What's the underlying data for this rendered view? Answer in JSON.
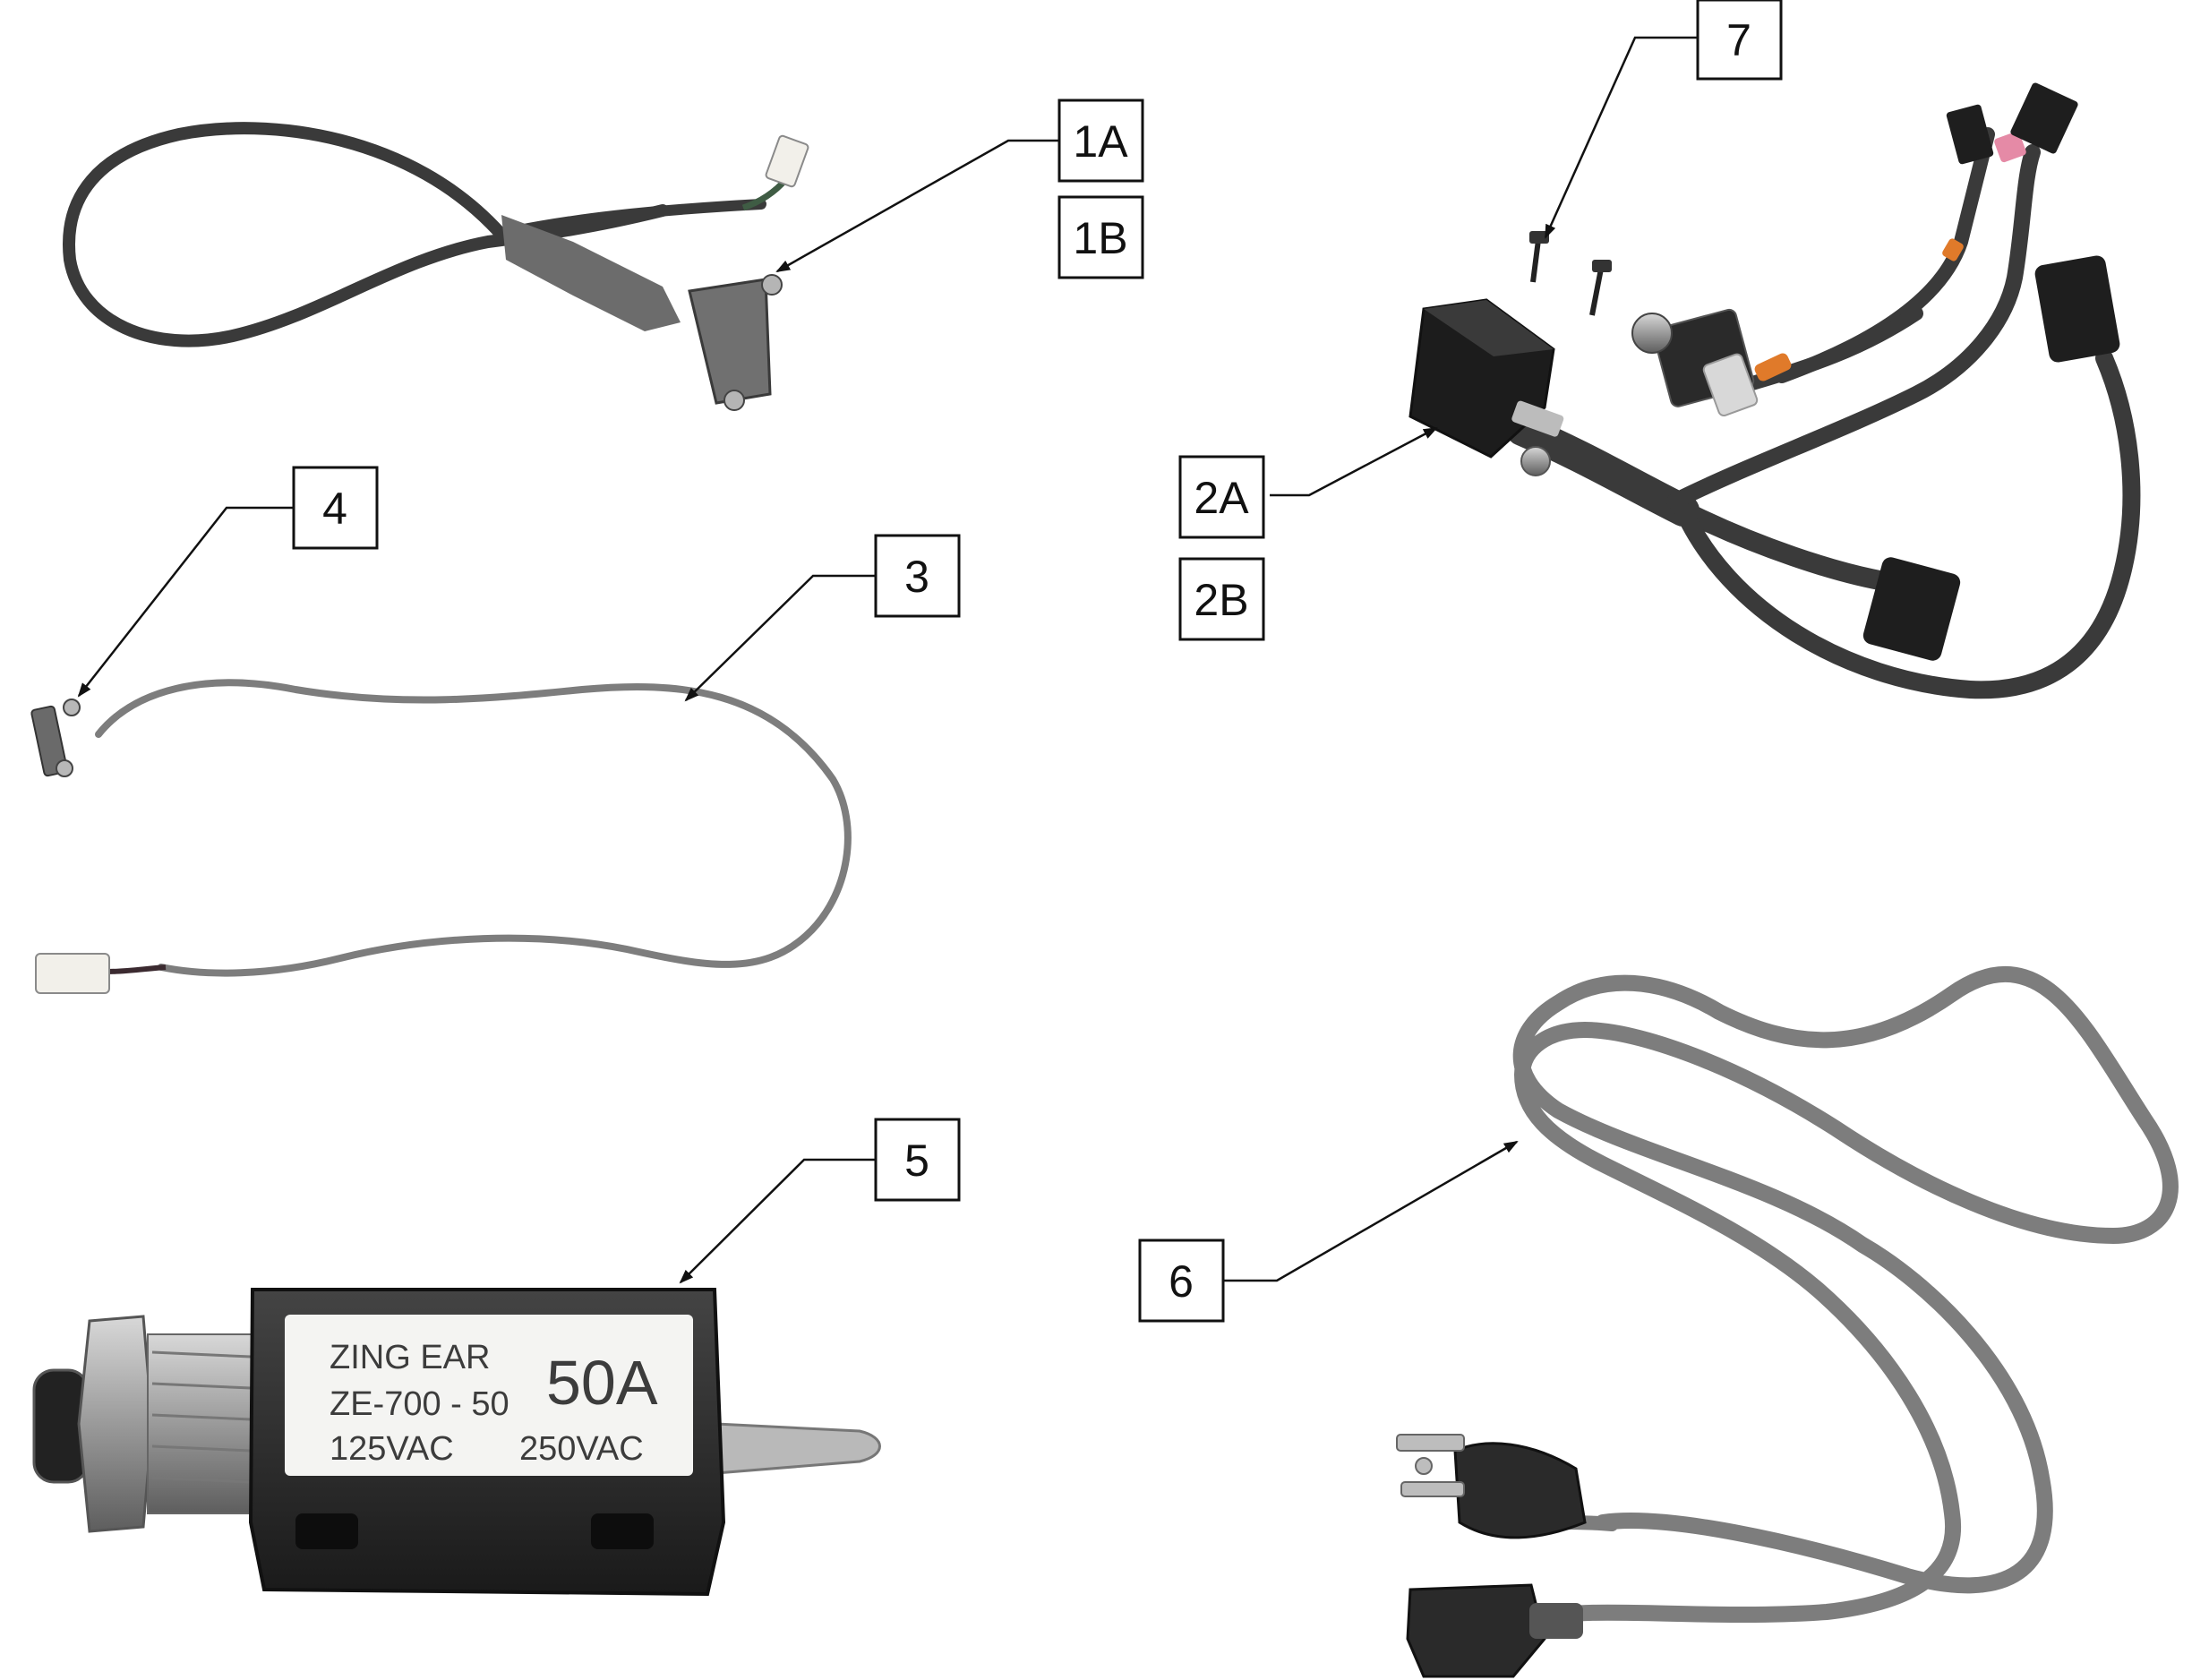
{
  "callouts": {
    "c1a": "1A",
    "c1b": "1B",
    "c2a": "2A",
    "c2b": "2B",
    "c3": "3",
    "c4": "4",
    "c5": "5",
    "c6": "6",
    "c7": "7"
  },
  "breaker_label": {
    "brand": "ZING  EAR",
    "model": "ZE-700 - 50",
    "rating": "50A",
    "voltage_1": "125VAC",
    "voltage_2": "250VAC"
  },
  "colors": {
    "cable_dark": "#3a3a3a",
    "cable_gray": "#7d7d7d",
    "connector_black": "#1e1e1e",
    "heat_shrink_orange": "#e07a2a",
    "tag_pink": "#e58aa6",
    "connector_white": "#f2f0ea"
  }
}
